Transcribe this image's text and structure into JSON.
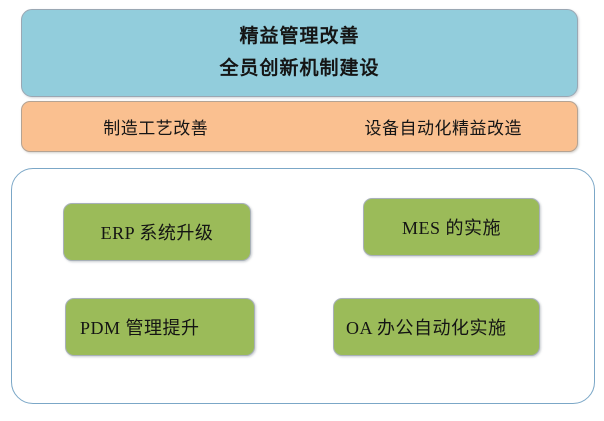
{
  "diagram": {
    "title_banner": {
      "fill_color": "#92CDDC",
      "lines": [
        "精益管理改善",
        "全员创新机制建设"
      ]
    },
    "subtitle_banner": {
      "fill_color": "#FAC090",
      "items": [
        "制造工艺改善",
        "设备自动化精益改造"
      ]
    },
    "projects_group": {
      "border_color": "#7BA7C7",
      "item_fill_color": "#9BBB59",
      "items": [
        {
          "label": "ERP 系统升级"
        },
        {
          "label": "MES 的实施"
        },
        {
          "label": "PDM 管理提升"
        },
        {
          "label": "OA 办公自动化实施"
        }
      ]
    }
  }
}
